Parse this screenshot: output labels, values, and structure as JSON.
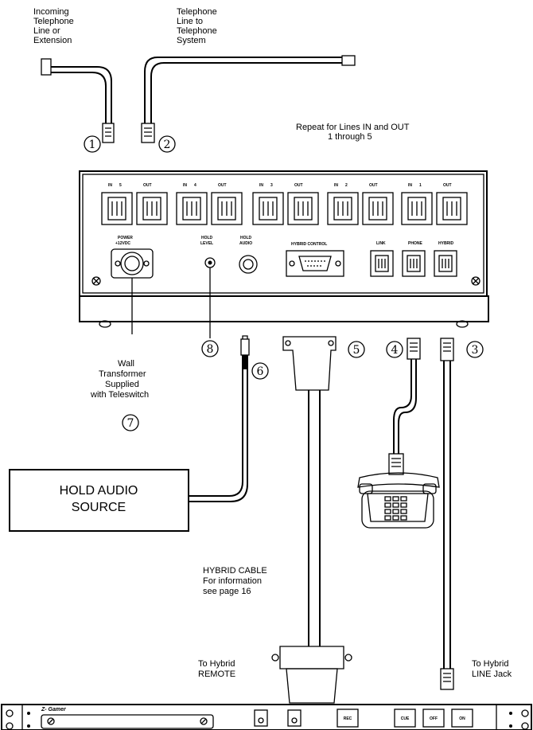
{
  "labels": {
    "incoming": [
      "Incoming",
      "Telephone",
      "Line or",
      "Extension"
    ],
    "telephone_line": [
      "Telephone",
      "Line to",
      "Telephone",
      "System"
    ],
    "repeat": [
      "Repeat for Lines IN and OUT",
      "1 through 5"
    ],
    "wall_transformer": [
      "Wall",
      "Transformer",
      "Supplied",
      "with Teleswitch"
    ],
    "hold_audio_source": [
      "HOLD AUDIO",
      "SOURCE"
    ],
    "hybrid_cable": [
      "HYBRID CABLE",
      "For information",
      "see page 16"
    ],
    "to_hybrid_remote": [
      "To Hybrid",
      "REMOTE"
    ],
    "to_hybrid_line": [
      "To Hybrid",
      "LINE Jack"
    ]
  },
  "callouts": [
    "1",
    "2",
    "3",
    "4",
    "5",
    "6",
    "7",
    "8"
  ],
  "panel": {
    "jack_groups": [
      {
        "in": "IN",
        "num": "5",
        "out": "OUT"
      },
      {
        "in": "IN",
        "num": "4",
        "out": "OUT"
      },
      {
        "in": "IN",
        "num": "3",
        "out": "OUT"
      },
      {
        "in": "IN",
        "num": "2",
        "out": "OUT"
      },
      {
        "in": "IN",
        "num": "1",
        "out": "OUT"
      }
    ],
    "power": [
      "POWER",
      "+12VDC"
    ],
    "hold_level": [
      "HOLD",
      "LEVEL"
    ],
    "hold_audio": [
      "HOLD",
      "AUDIO"
    ],
    "hybrid_control": "HYBRID CONTROL",
    "link": "LINK",
    "phone": "PHONE",
    "hybrid": "HYBRID"
  },
  "rack": {
    "brand": "Z- Gamer",
    "buttons": [
      "REC",
      "CUE",
      "OFF",
      "ON"
    ]
  }
}
